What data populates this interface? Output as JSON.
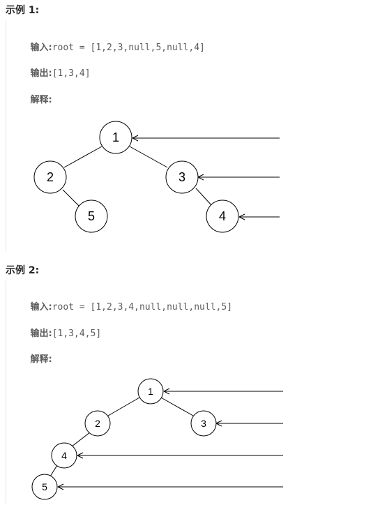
{
  "examples": [
    {
      "title": "示例 1:",
      "input_label": "输入:",
      "input_value": "root = [1,2,3,null,5,null,4]",
      "output_label": "输出:",
      "output_value": "[1,3,4]",
      "explain_label": "解释:",
      "nodes": [
        "1",
        "2",
        "3",
        "5",
        "4"
      ]
    },
    {
      "title": "示例 2:",
      "input_label": "输入:",
      "input_value": "root = [1,2,3,4,null,null,null,5]",
      "output_label": "输出:",
      "output_value": "[1,3,4,5]",
      "explain_label": "解释:",
      "nodes": [
        "1",
        "2",
        "3",
        "4",
        "5"
      ]
    }
  ]
}
